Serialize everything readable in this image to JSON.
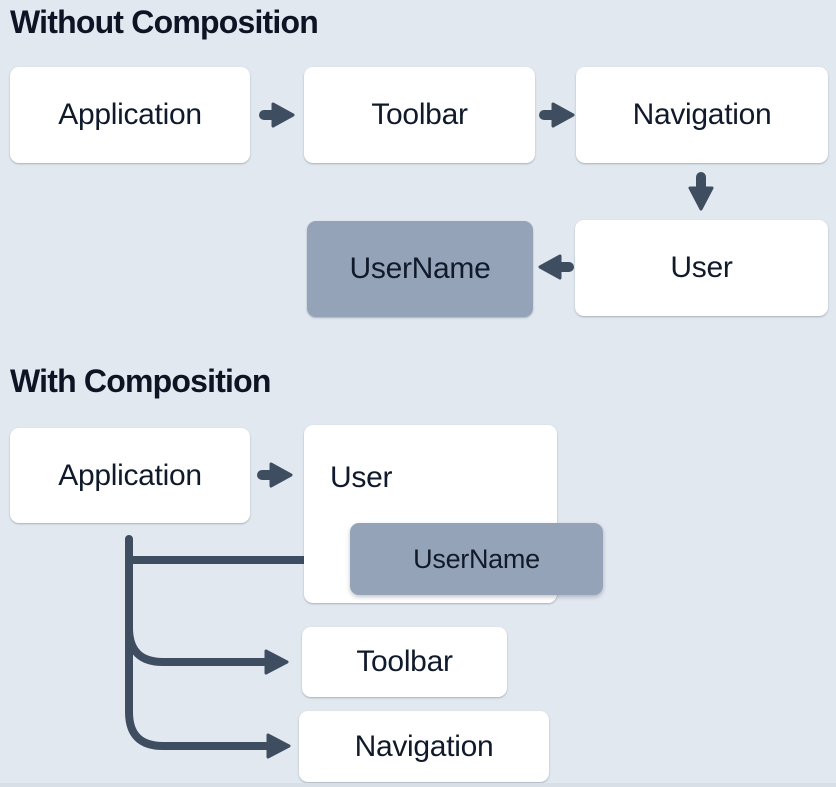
{
  "without": {
    "title": "Without Composition",
    "application": "Application",
    "toolbar": "Toolbar",
    "navigation": "Navigation",
    "username": "UserName",
    "user": "User"
  },
  "with": {
    "title": "With Composition",
    "application": "Application",
    "user": "User",
    "username": "UserName",
    "toolbar": "Toolbar",
    "navigation": "Navigation"
  },
  "colors": {
    "background": "#e2e8f0",
    "node_background": "#ffffff",
    "highlight_node_background": "#94a3b8",
    "connector": "#3f4d61",
    "heading_text": "#0d1524",
    "node_text": "#101a2b",
    "bottom_strip": "#d9dfe7"
  },
  "icons": {
    "arrow_right": "arrow-right-icon",
    "arrow_down": "arrow-down-icon",
    "arrow_left": "arrow-left-icon"
  }
}
